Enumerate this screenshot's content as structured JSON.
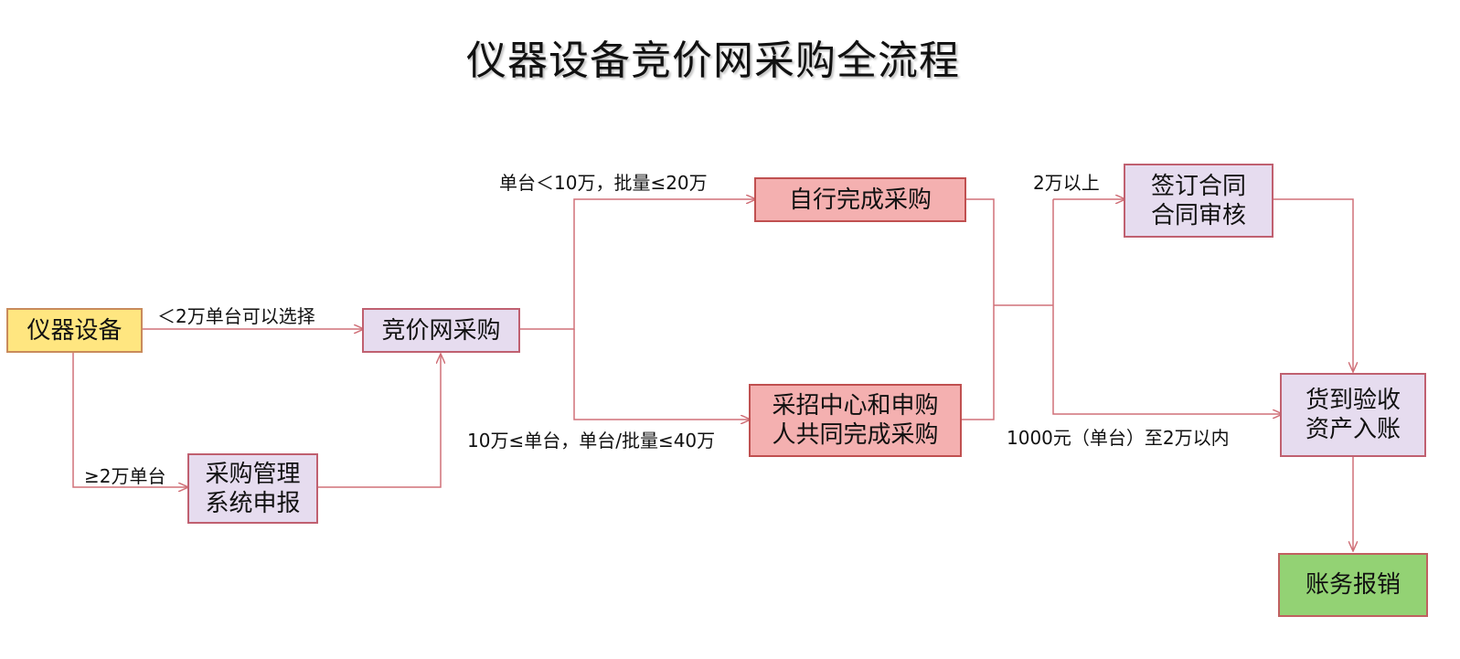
{
  "title": "仪器设备竞价网采购全流程",
  "nodes": {
    "equipment": "仪器设备",
    "bidding": "竞价网采购",
    "system_line1": "采购管理",
    "system_line2": "系统申报",
    "self_purchase": "自行完成采购",
    "joint_line1": "采招中心和申购",
    "joint_line2": "人共同完成采购",
    "contract_line1": "签订合同",
    "contract_line2": "合同审核",
    "accept_line1": "货到验收",
    "accept_line2": "资产入账",
    "reimburse": "账务报销"
  },
  "labels": {
    "lt_2w": "＜2万单台可以选择",
    "ge_2w": "≥2万单台",
    "lt_10w": "单台＜10万，批量≤20万",
    "range_10w": "10万≤单台，单台/批量≤40万",
    "above_2w": "2万以上",
    "range_1000": "1000元（单台）至2万以内"
  },
  "colors": {
    "start": "#ffe680",
    "process": "#e6dcef",
    "purchase": "#f4b0b0",
    "end": "#93d274",
    "connector": "#d07078"
  }
}
